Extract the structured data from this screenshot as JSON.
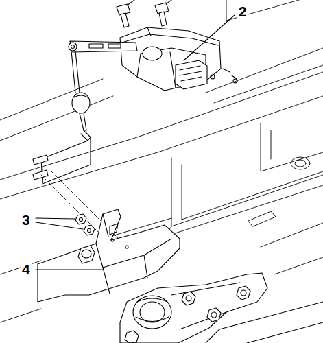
{
  "diagram": {
    "labels": [
      "2",
      "3",
      "4"
    ]
  }
}
